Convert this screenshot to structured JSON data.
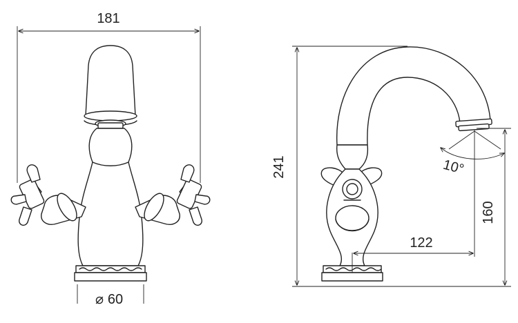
{
  "dimensions": {
    "front_width": "181",
    "base_diameter_symbol": "⌀",
    "base_diameter": "60",
    "side_height": "241",
    "spout_height": "160",
    "spout_reach": "122",
    "swivel_angle": "10°"
  },
  "colors": {
    "line": "#222222",
    "background": "#ffffff"
  }
}
